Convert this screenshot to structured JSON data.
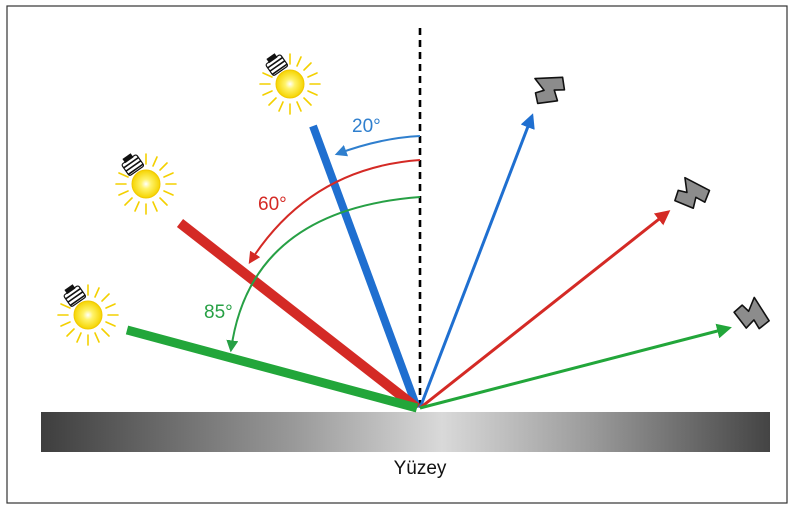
{
  "figure": {
    "surface_label": "Yüzey",
    "angles": [
      {
        "label": "20°",
        "color": "#2f7fce"
      },
      {
        "label": "60°",
        "color": "#d42a25"
      },
      {
        "label": "85°",
        "color": "#27a045"
      }
    ],
    "icons": {
      "light_source": "light-bulb-icon",
      "detector": "sensor-icon"
    },
    "colors": {
      "blue": "#1f6fd0",
      "red": "#d42a25",
      "green": "#22a63a",
      "normal_line": "#000000",
      "frame_border": "#333333"
    }
  }
}
